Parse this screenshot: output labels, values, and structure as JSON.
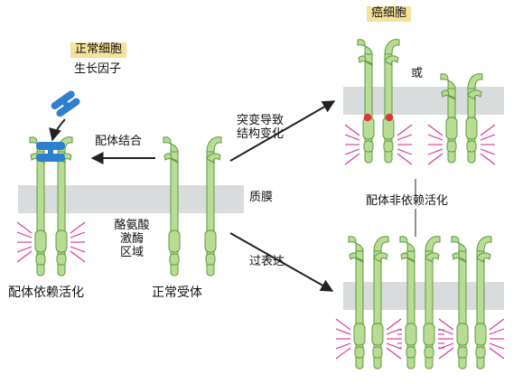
{
  "labels": {
    "normal_cell": "正常细胞",
    "growth_factor": "生长因子",
    "ligand_binding": "配体结合",
    "ligand_dependent_activation": "配体依赖活化",
    "tyrosine_kinase_domain": [
      "酪氨酸",
      "激酶",
      "区域"
    ],
    "normal_receptor": "正常受体",
    "membrane": "质膜",
    "mutation": [
      "突变导致",
      "结构变化"
    ],
    "overexpression": "过表达",
    "cancer_cell": "癌细胞",
    "or": "或",
    "ligand_independent_activation": "配体非依赖活化"
  },
  "colors": {
    "receptor_fill": "#b8dc94",
    "receptor_stroke": "#5e9a3e",
    "membrane": "#d8dcdd",
    "ligand": "#2f7fd0",
    "activation_lines": "#d6339a",
    "mutation_dot": "#d83a3a",
    "title_box": "#f3e29a"
  },
  "icons": [
    "growth-factor-icon",
    "receptor-icon",
    "arrow-icon",
    "activation-signal-icon"
  ]
}
